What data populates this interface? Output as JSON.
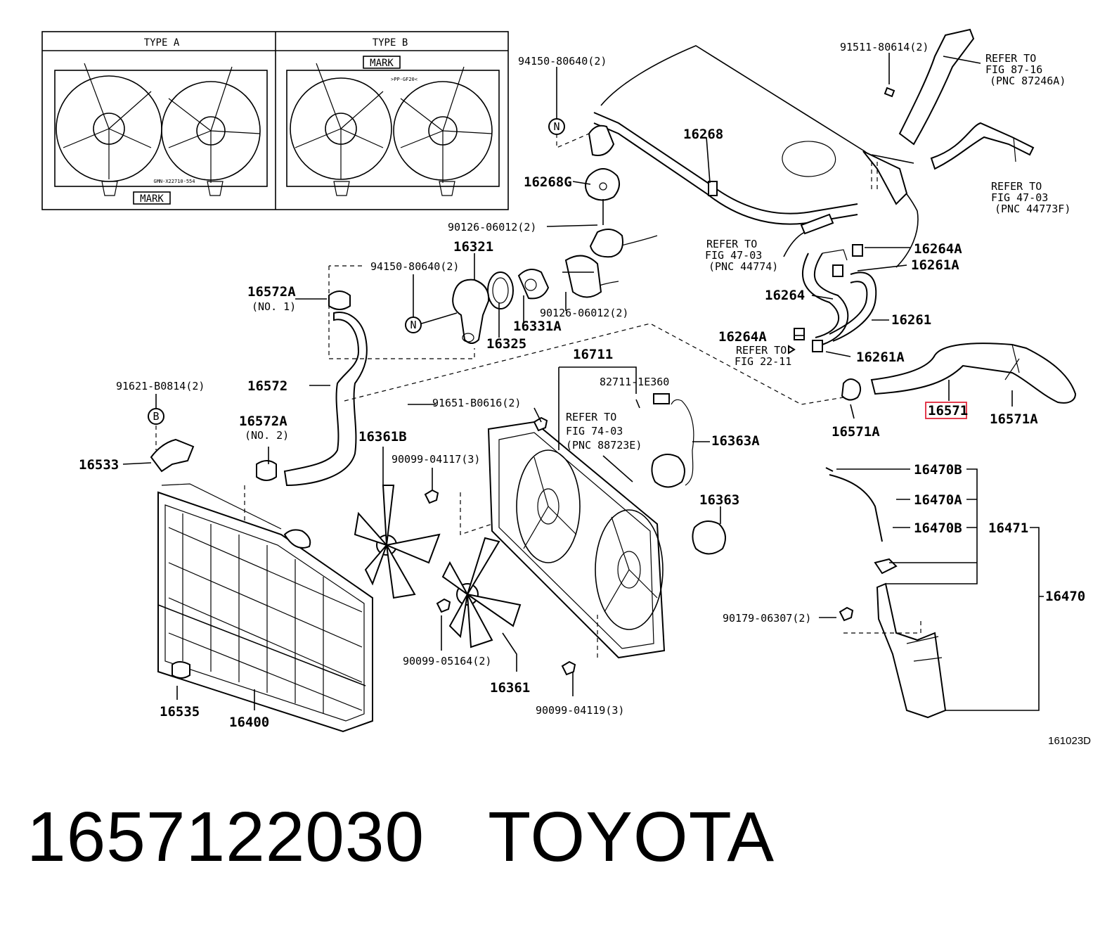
{
  "diagram": {
    "type_panels": [
      {
        "title": "TYPE A",
        "mark": "MARK",
        "tag": "GMN-X22710-554"
      },
      {
        "title": "TYPE B",
        "mark": "MARK",
        "tag": ">PP-GF20<"
      }
    ],
    "labels": {
      "p94150_80640_top": "94150-80640(2)",
      "p91511_80614": "91511-80614(2)",
      "refer_87_16_a": "REFER TO",
      "refer_87_16_b": "FIG 87-16",
      "refer_87_16_c": "(PNC 87246A)",
      "refer_47_03_r_a": "REFER TO",
      "refer_47_03_r_b": "FIG 47-03",
      "refer_47_03_r_c": "(PNC 44773F)",
      "p16268": "16268",
      "p16268G": "16268G",
      "p90126_top": "90126-06012(2)",
      "p16321": "16321",
      "p94150_80640_mid": "94150-80640(2)",
      "p16572A_no1": "16572A",
      "no1": "(NO. 1)",
      "p90126_bot": "90126-06012(2)",
      "p16331A": "16331A",
      "p16325": "16325",
      "refer_47_03_m_a": "REFER TO",
      "refer_47_03_m_b": "FIG 47-03",
      "refer_47_03_m_c": "(PNC 44774)",
      "p16264A_top": "16264A",
      "p16261A_top": "16261A",
      "p16264": "16264",
      "p16261": "16261",
      "p16264A_bot": "16264A",
      "refer_22_11_a": "REFER TO",
      "refer_22_11_b": "FIG 22-11",
      "p16261A_bot": "16261A",
      "p16711": "16711",
      "p82711": "82711-1E360",
      "p16571": "16571",
      "p16571A_left": "16571A",
      "p16571A_right": "16571A",
      "p91621": "91621-B0814(2)",
      "p16572": "16572",
      "p91651": "91651-B0616(2)",
      "refer_74_03_a": "REFER TO",
      "refer_74_03_b": "FIG 74-03",
      "refer_74_03_c": "(PNC 88723E)",
      "p16363A": "16363A",
      "p16572A_no2": "16572A",
      "no2": "(NO. 2)",
      "p16361B": "16361B",
      "p90099_04117": "90099-04117(3)",
      "p16533": "16533",
      "p16363": "16363",
      "p16470B_top": "16470B",
      "p16470A": "16470A",
      "p16470B_mid": "16470B",
      "p16471": "16471",
      "p16470": "16470",
      "p90179": "90179-06307(2)",
      "p90099_05164": "90099-05164(2)",
      "p16361": "16361",
      "p90099_04119": "90099-04119(3)",
      "p16535": "16535",
      "p16400": "16400"
    },
    "symbols": {
      "n": "N",
      "b": "B"
    },
    "highlight": {
      "part": "16571",
      "color": "#e0263a"
    },
    "figure_code": "161023D"
  },
  "caption": {
    "part_number": "1657122030",
    "brand": "TOYOTA"
  }
}
